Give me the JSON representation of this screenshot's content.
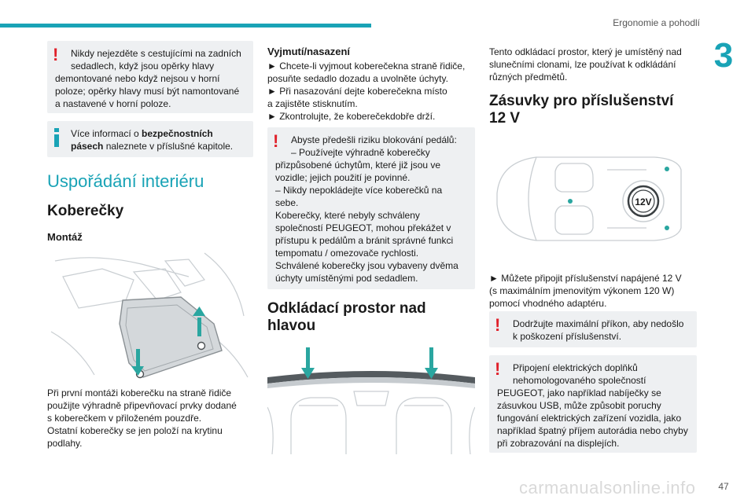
{
  "header": {
    "section_title": "Ergonomie a pohodlí",
    "chapter_number": "3",
    "page_number": "47"
  },
  "watermark": "carmanualsonline.info",
  "left": {
    "warning1": {
      "line1": "Nikdy nejezděte s cestujícími na zadních",
      "line2": "sedadlech, když jsou opěrky hlavy",
      "line3": "demontované nebo když nejsou v horní",
      "line4": "poloze; opěrky hlavy musí být namontované",
      "line5": "a nastavené v horní poloze."
    },
    "info1": {
      "prefix": "Více informací o ",
      "bold": "bezpečnostních pásech",
      "suffix": " naleznete v příslušné kapitole."
    },
    "heading_section": "Uspořádání interiéru",
    "heading_mats": "Koberečky",
    "heading_mounting": "Montáž",
    "mounting_text": {
      "line1": "Při první montáži koberečku na straně řidiče",
      "line2": "použijte výhradně připevňovací prvky dodané",
      "line3": "s koberečkem v přiloženém pouzdře.",
      "line4": "Ostatní koberečky se jen položí na krytinu",
      "line5": "podlahy."
    }
  },
  "middle": {
    "heading_remove": "Vyjmutí/nasazení",
    "steps": {
      "s1a": "► Chcete-li vyjmout koberečekna straně řidiče,",
      "s1b": "posuňte sedadlo dozadu a uvolněte úchyty.",
      "s2a": "► Při nasazování dejte koberečekna místo",
      "s2b": "a zajistěte stisknutím.",
      "s3": "► Zkontrolujte, že koberečekdobře drží."
    },
    "warning2": {
      "line1": "Abyste předešli riziku blokování pedálů:",
      "line2": "– Používejte výhradně koberečky",
      "line3": "přizpůsobené úchytům, které již jsou ve",
      "line4": "vozidle; jejich použití je povinné.",
      "line5": "– Nikdy nepokládejte více koberečků na",
      "line6": "sebe.",
      "line7": "Koberečky, které nebyly schváleny",
      "line8": "společností PEUGEOT, mohou překážet v",
      "line9": "přístupu k pedálům a bránit správné funkci",
      "line10": "tempomatu / omezovače rychlosti.",
      "line11": "Schválené koberečky jsou vybaveny dvěma",
      "line12": "úchyty umístěnými pod sedadlem."
    },
    "heading_storage_l1": "Odkládací prostor nad",
    "heading_storage_l2": "hlavou"
  },
  "right": {
    "storage_text": {
      "line1": "Tento odkládací prostor, který je umístěný nad",
      "line2": "slunečními clonami, lze používat k odkládání",
      "line3": "různých předmětů."
    },
    "heading_sockets_l1": "Zásuvky pro příslušenství",
    "heading_sockets_l2": "12 V",
    "socket_label": "12V",
    "socket_text": {
      "line1": "► Můžete připojit příslušenství napájené 12 V",
      "line2": "(s maximálním jmenovitým výkonem 120 W)",
      "line3": "pomocí vhodného adaptéru."
    },
    "warning3": {
      "line1": "Dodržujte maximální příkon, aby nedošlo",
      "line2": "k poškození příslušenství."
    },
    "warning4": {
      "line1": "Připojení elektrických doplňků",
      "line2": "nehomologovaného společností",
      "line3": "PEUGEOT, jako například nabíječky se",
      "line4": "zásuvkou USB, může způsobit poruchy",
      "line5": "fungování elektrických zařízení vozidla, jako",
      "line6": "například špatný příjem autorádia nebo chyby",
      "line7": "při zobrazování na displejích."
    }
  }
}
